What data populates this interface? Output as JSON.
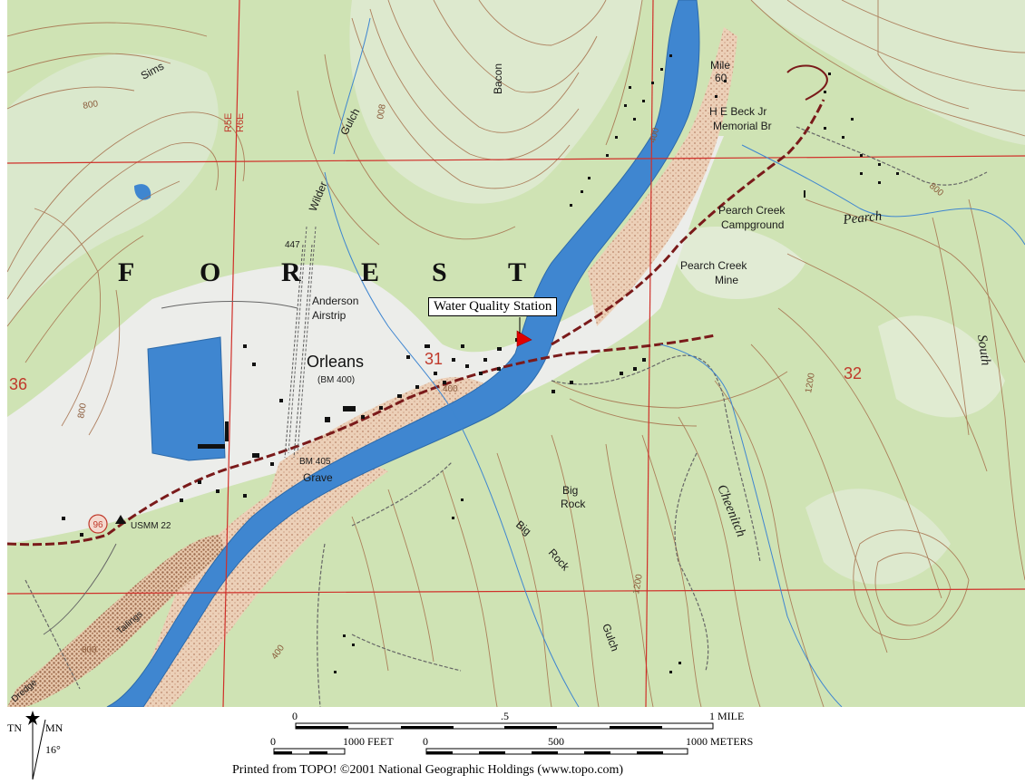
{
  "map": {
    "callout": "Water Quality Station",
    "big_label": [
      "F",
      "O",
      "R",
      "E",
      "S",
      "T"
    ],
    "places": {
      "orleans": "Orleans",
      "orleans_bm": "(BM 400)",
      "anderson": "Anderson",
      "airstrip": "Airstrip",
      "bacon": "Bacon",
      "mile": "Mile",
      "mile_num": "60",
      "beck": "H E Beck Jr",
      "memorial": "Memorial Br",
      "campground1": "Pearch Creek",
      "campground2": "Campground",
      "mine1": "Pearch Creek",
      "mine2": "Mine",
      "pearch": "Pearch",
      "south": "South",
      "cheenitch": "Cheenitch",
      "big_rock1": "Big",
      "big_rock2": "Rock",
      "big_rock_gulch1": "Big",
      "big_rock_gulch2": "Rock",
      "gulch": "Gulch",
      "wilder": "Wilder",
      "wilder_gulch": "Gulch",
      "sims": "Sims",
      "bm405": "BM 405",
      "grave": "Grave",
      "usmm": "USMM 22",
      "tailings": "Tailings",
      "dredge": "Dredge",
      "r5e": "R5E",
      "r6e": "R6E",
      "elev447": "447",
      "route": "96"
    },
    "sections": {
      "s36": "36",
      "s31": "31",
      "s32": "32"
    },
    "contours": {
      "c800a": "800",
      "c800b": "800",
      "c800c": "008",
      "c400a": "400",
      "c400b": "400",
      "c400c": "400",
      "c800d": "800",
      "c1200a": "1200",
      "c1200b": "1200",
      "c800e": "800"
    },
    "colors": {
      "forest": "#cfe3b4",
      "open": "#ededea",
      "river": "#3f86d0",
      "gravel": "#e8c9b0",
      "grid": "#d0302a",
      "road": "#7a1a1a",
      "contour": "#a56f4b",
      "marker": "#e00000"
    }
  },
  "footer": {
    "north_tn": "TN",
    "north_mn": "MN",
    "declination": "16°",
    "mile_0": "0",
    "mile_half": ".5",
    "mile_1": "1 MILE",
    "feet_0": "0",
    "feet_1000": "1000 FEET",
    "m_0": "0",
    "m_500": "500",
    "m_1000": "1000 METERS",
    "credit": "Printed from TOPO! ©2001 National Geographic Holdings (www.topo.com)"
  }
}
